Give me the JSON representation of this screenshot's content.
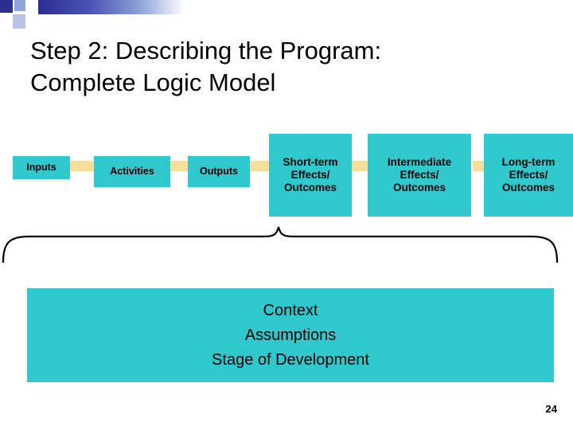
{
  "slide": {
    "title_line1": "Step 2: Describing the Program:",
    "title_line2": "Complete Logic Model",
    "page_number": "24",
    "accent_color": "#2ec8cd",
    "arrow_color": "#f5dd9a",
    "deco_color": "#2b2f8f"
  },
  "diagram": {
    "boxes": [
      {
        "label": "Inputs"
      },
      {
        "label": "Activities"
      },
      {
        "label": "Outputs"
      },
      {
        "label_line1": "Short-term",
        "label_line2": "Effects/",
        "label_line3": "Outcomes"
      },
      {
        "label_line1": "Intermediate",
        "label_line2": "Effects/",
        "label_line3": "Outcomes"
      },
      {
        "label_line1": "Long-term",
        "label_line2": "Effects/",
        "label_line3": "Outcomes"
      }
    ]
  },
  "context": {
    "line1": "Context",
    "line2": "Assumptions",
    "line3": "Stage of  Development"
  }
}
